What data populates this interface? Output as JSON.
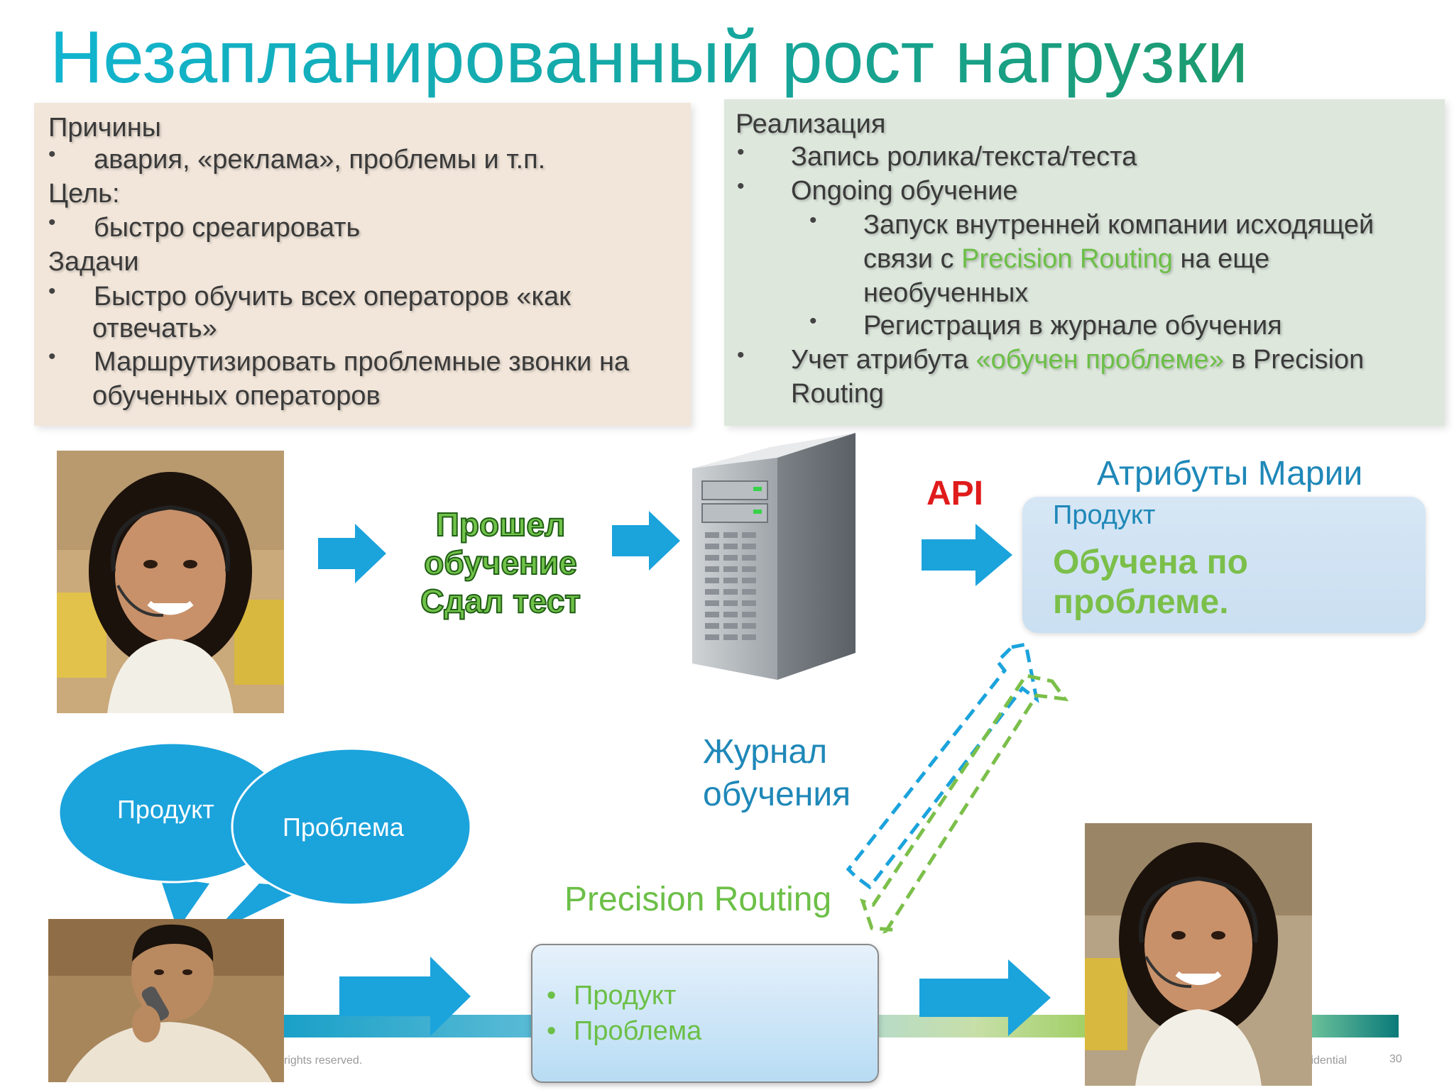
{
  "title": "Незапланированный рост нагрузки",
  "left_panel": {
    "lines": [
      {
        "text": "Причины",
        "bullet": false
      },
      {
        "text": "авария, «реклама», проблемы и т.п.",
        "bullet": true
      },
      {
        "text": "Цель:",
        "bullet": false
      },
      {
        "text": "быстро среагировать",
        "bullet": true
      },
      {
        "text": "Задачи",
        "bullet": false
      },
      {
        "text": "Быстро обучить всех операторов «как",
        "bullet": true
      },
      {
        "text": "отвечать»",
        "bullet": false
      },
      {
        "text": "Маршрутизировать проблемные звонки на",
        "bullet": true
      },
      {
        "text": "обученных операторов",
        "bullet": false
      }
    ]
  },
  "right_panel": {
    "heading": "Реализация",
    "item1": "Запись ролика/текста/теста",
    "item2": "Ongoing обучение",
    "sub1_line1": "Запуск внутренней компании исходящей",
    "sub1_line2_pre": "связи с ",
    "sub1_line2_green": "Precision Routing",
    "sub1_line2_post": " на еще",
    "sub1_line3": "необученных",
    "sub2": "Регистрация в журнале обучения",
    "item3_pre": "Учет атрибута ",
    "item3_green": "«обучен проблеме»",
    "item3_post": " в Precision",
    "item3_line2": "Routing"
  },
  "trained_text": {
    "line1": "Прошел",
    "line2": "обучение",
    "line3": "Сдал тест"
  },
  "api_label": "API",
  "attributes": {
    "title": "Атрибуты Марии",
    "product": "Продукт",
    "trained_line1": "Обучена по",
    "trained_line2": "проблеме."
  },
  "journal": {
    "line1": "Журнал",
    "line2": "обучения"
  },
  "bubbles": {
    "product": "Продукт",
    "problem": "Проблема"
  },
  "precision_routing": {
    "label": "Precision Routing",
    "items": [
      "Продукт",
      "Проблема"
    ]
  },
  "footer": {
    "left": "rights reserved.",
    "right": "fidential",
    "page": "30"
  },
  "colors": {
    "arrow_blue": "#1ba3dc",
    "accent_green": "#6cbf47",
    "title_blue": "#1f88b8",
    "api_red": "#e01b1b",
    "left_panel_bg": "#f2e6da",
    "right_panel_bg": "#dde7dc"
  }
}
